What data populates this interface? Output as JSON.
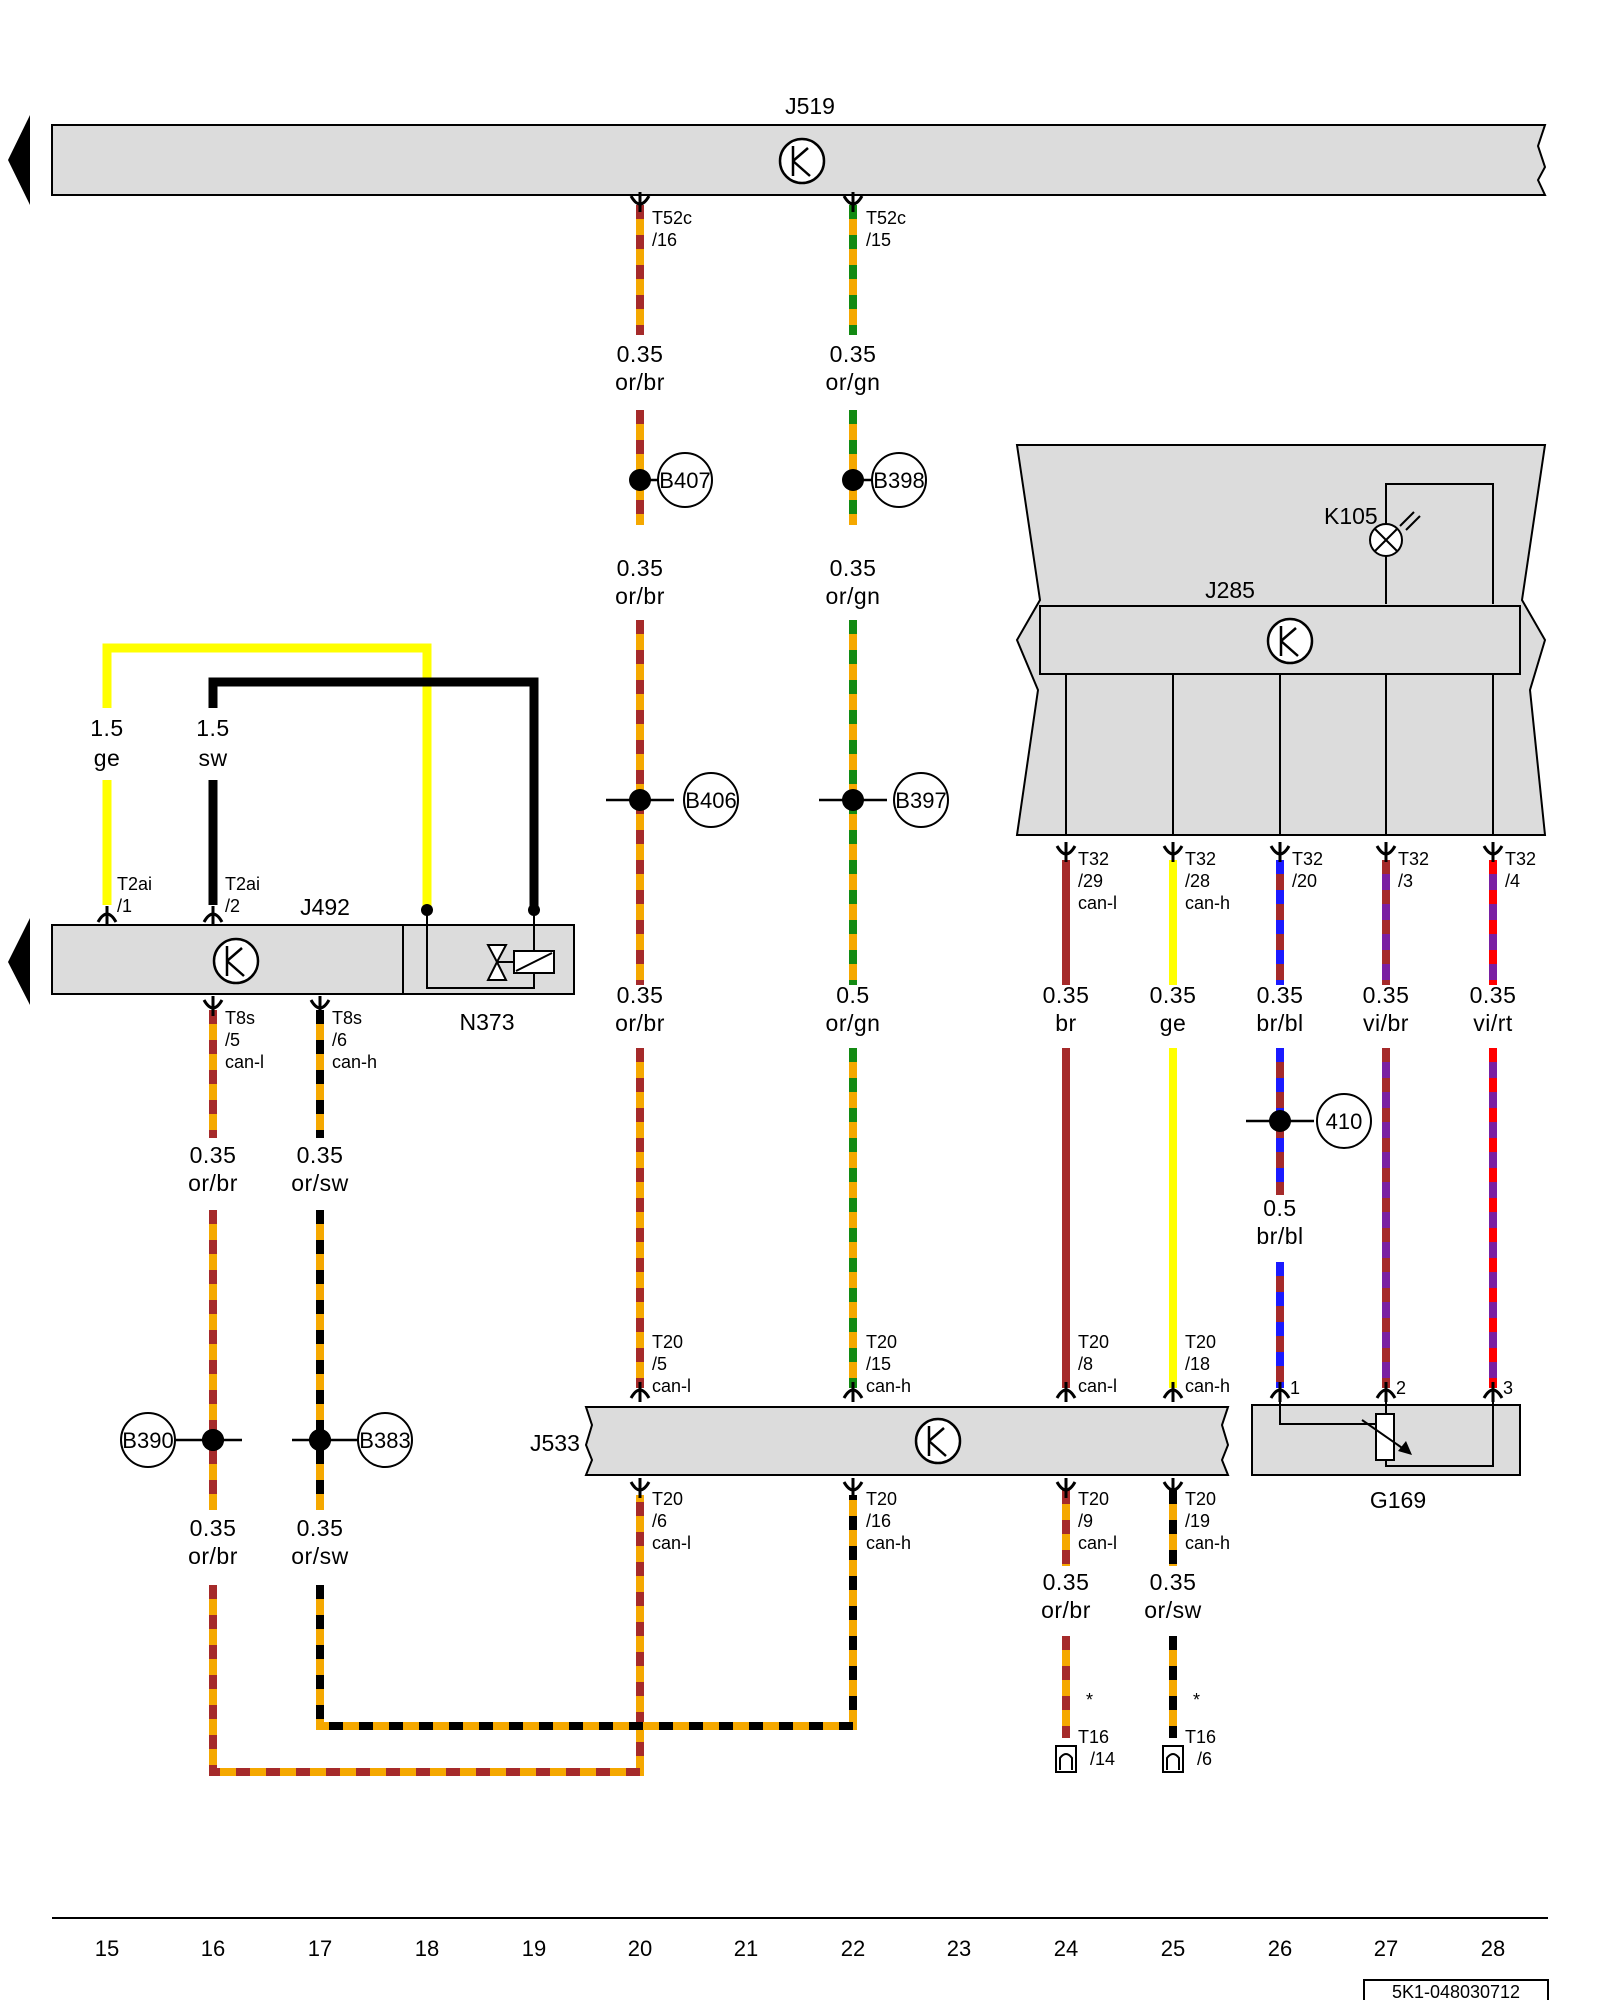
{
  "components": {
    "j519": "J519",
    "j285": "J285",
    "k105": "K105",
    "j492": "J492",
    "n373": "N373",
    "j533": "J533",
    "g169": "G169"
  },
  "connectors": {
    "t52c_16": [
      "T52c",
      "/16"
    ],
    "t52c_15": [
      "T52c",
      "/15"
    ],
    "t2ai_1": [
      "T2ai",
      "/1"
    ],
    "t2ai_2": [
      "T2ai",
      "/2"
    ],
    "t8s_5": [
      "T8s",
      "/5",
      "can-l"
    ],
    "t8s_6": [
      "T8s",
      "/6",
      "can-h"
    ],
    "t32_29": [
      "T32",
      "/29",
      "can-l"
    ],
    "t32_28": [
      "T32",
      "/28",
      "can-h"
    ],
    "t32_20": [
      "T32",
      "/20"
    ],
    "t32_3": [
      "T32",
      "/3"
    ],
    "t32_4": [
      "T32",
      "/4"
    ],
    "t20_5": [
      "T20",
      "/5",
      "can-l"
    ],
    "t20_15": [
      "T20",
      "/15",
      "can-h"
    ],
    "t20_8": [
      "T20",
      "/8",
      "can-l"
    ],
    "t20_18": [
      "T20",
      "/18",
      "can-h"
    ],
    "t20_6": [
      "T20",
      "/6",
      "can-l"
    ],
    "t20_16": [
      "T20",
      "/16",
      "can-h"
    ],
    "t20_9": [
      "T20",
      "/9",
      "can-l"
    ],
    "t20_19": [
      "T20",
      "/19",
      "can-h"
    ],
    "t16_14": [
      "T16",
      "/14"
    ],
    "t16_6": [
      "T16",
      "/6"
    ],
    "g169_1": "1",
    "g169_2": "2",
    "g169_3": "3"
  },
  "wires": {
    "w20a": [
      "0.35",
      "or/br"
    ],
    "w20b": [
      "0.35",
      "or/br"
    ],
    "w20c": [
      "0.35",
      "or/br"
    ],
    "w22a": [
      "0.35",
      "or/gn"
    ],
    "w22b": [
      "0.35",
      "or/gn"
    ],
    "w22c": [
      "0.5",
      "or/gn"
    ],
    "w15": [
      "1.5",
      "ge"
    ],
    "w16top": [
      "1.5",
      "sw"
    ],
    "w16a": [
      "0.35",
      "or/br"
    ],
    "w17a": [
      "0.35",
      "or/sw"
    ],
    "w16b": [
      "0.35",
      "or/br"
    ],
    "w17b": [
      "0.35",
      "or/sw"
    ],
    "w24a": [
      "0.35",
      "br"
    ],
    "w25a": [
      "0.35",
      "ge"
    ],
    "w26a": [
      "0.35",
      "br/bl"
    ],
    "w26b": [
      "0.5",
      "br/bl"
    ],
    "w27a": [
      "0.35",
      "vi/br"
    ],
    "w28a": [
      "0.35",
      "vi/rt"
    ],
    "w24b": [
      "0.35",
      "or/br"
    ],
    "w25b": [
      "0.35",
      "or/sw"
    ]
  },
  "splices": {
    "b407": "B407",
    "b398": "B398",
    "b406": "B406",
    "b397": "B397",
    "b390": "B390",
    "b383": "B383",
    "s410": "410"
  },
  "asterisk": "*",
  "columns": [
    "15",
    "16",
    "17",
    "18",
    "19",
    "20",
    "21",
    "22",
    "23",
    "24",
    "25",
    "26",
    "27",
    "28"
  ],
  "doc_id": "5K1-048030712",
  "colors": {
    "or": "#f5a800",
    "br": "#a52a2a",
    "gn": "#138a13",
    "ge": "#ffff00",
    "sw": "#000000",
    "bl": "#1a1aff",
    "vi": "#7a1fa2",
    "rt": "#ff0000",
    "box": "#dcdcdc"
  }
}
